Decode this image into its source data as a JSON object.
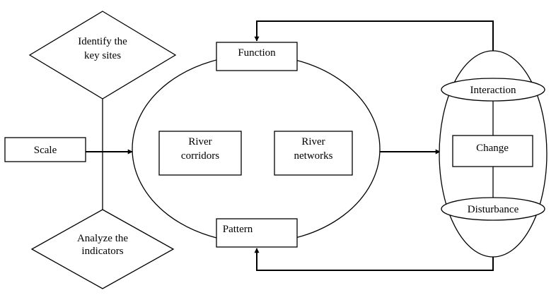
{
  "nodes": {
    "identify": {
      "line1": "Identify the",
      "line2": "key sites"
    },
    "analyze": {
      "line1": "Analyze the",
      "line2": "indicators"
    },
    "scale": {
      "label": "Scale"
    },
    "function": {
      "label": "Function"
    },
    "pattern": {
      "label": "Pattern"
    },
    "river_corridors": {
      "line1": "River",
      "line2": "corridors"
    },
    "river_networks": {
      "line1": "River",
      "line2": "networks"
    },
    "interaction": {
      "label": "Interaction"
    },
    "change": {
      "label": "Change"
    },
    "disturbance": {
      "label": "Disturbance"
    }
  }
}
